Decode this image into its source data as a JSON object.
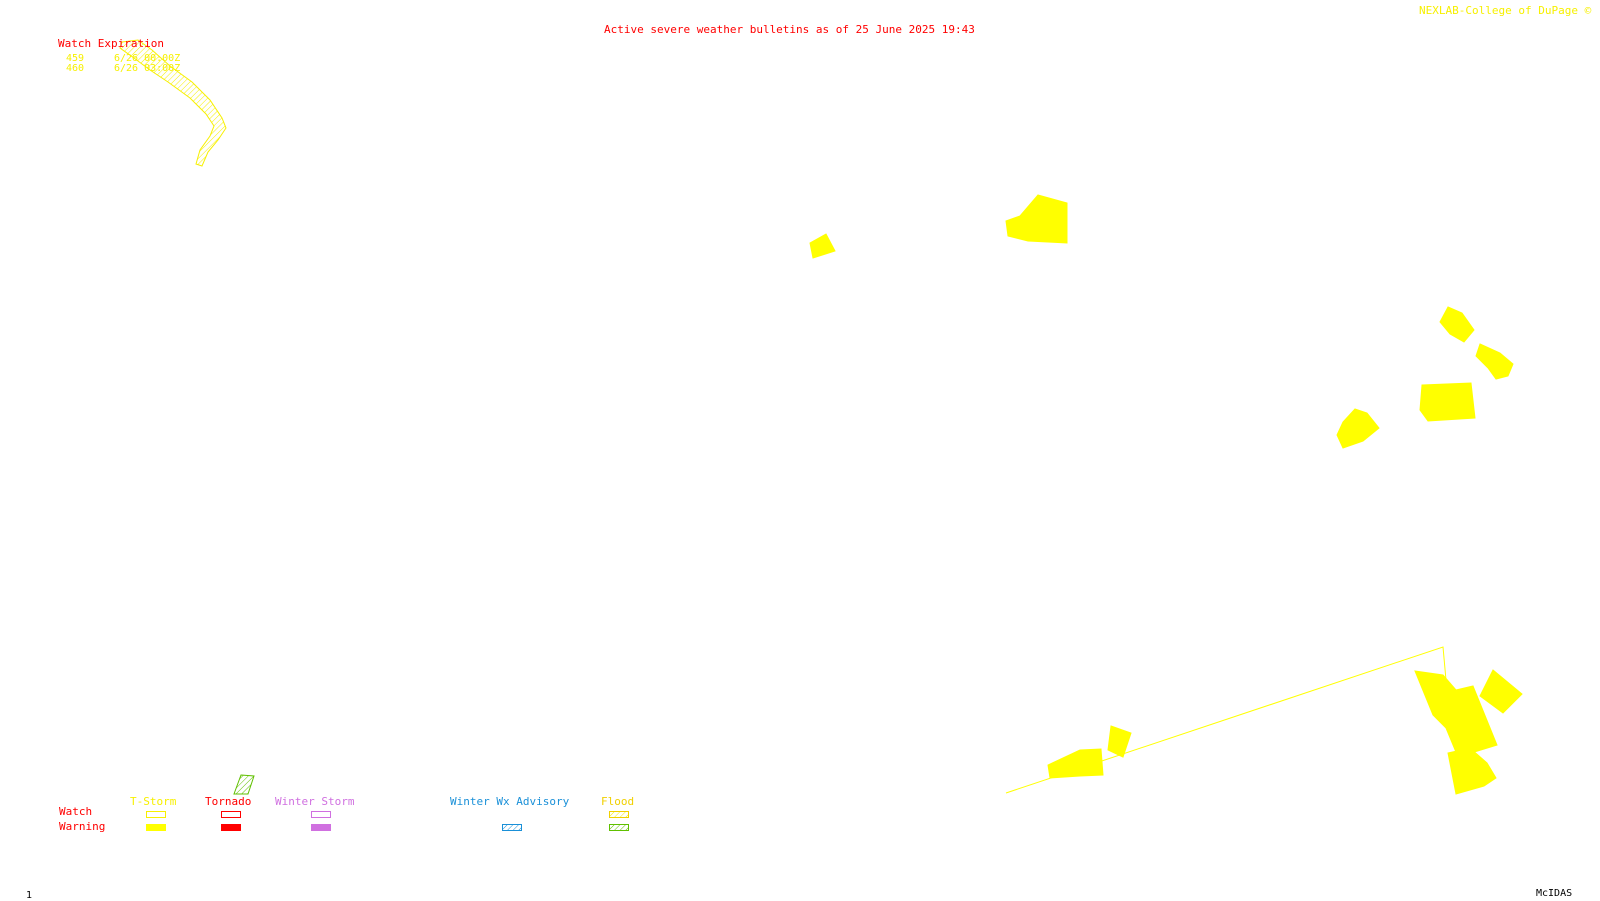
{
  "header": {
    "title": "Active severe weather bulletins as of 25 June 2025 19:43",
    "credit": "NEXLAB-College of DuPage ©"
  },
  "watch_table": {
    "heading": "Watch Expiration",
    "rows": [
      {
        "number": "459",
        "expiration": "6/26 00:00Z"
      },
      {
        "number": "460",
        "expiration": "6/26 03:00Z"
      }
    ]
  },
  "legend": {
    "row_labels": {
      "watch": "Watch",
      "warning": "Warning"
    },
    "columns": [
      {
        "key": "tstorm",
        "label": "T-Storm",
        "color": "#f7f000",
        "watch_style": "outline",
        "warning_style": "fill"
      },
      {
        "key": "tornado",
        "label": "Tornado",
        "color": "#ff0000",
        "watch_style": "outline",
        "warning_style": "fill"
      },
      {
        "key": "winter",
        "label": "Winter Storm",
        "color": "#d070e0",
        "watch_style": "outline",
        "warning_style": "fill"
      },
      {
        "key": "winterwx",
        "label": "Winter Wx Advisory",
        "color": "#1a90d8",
        "watch_style": "none",
        "warning_style": "hatch"
      },
      {
        "key": "flood",
        "label": "Flood",
        "color": "#f0d000",
        "warning_color": "#60c000",
        "watch_style": "hatch",
        "warning_style": "hatch"
      }
    ]
  },
  "footer": {
    "frame": "1",
    "software": "McIDAS"
  },
  "colors": {
    "title": "#ff0000",
    "credit": "#f7f000",
    "warning_fill": "#ffff00",
    "watch_outline": "#f7f000",
    "flood_warning": "#60c000"
  }
}
